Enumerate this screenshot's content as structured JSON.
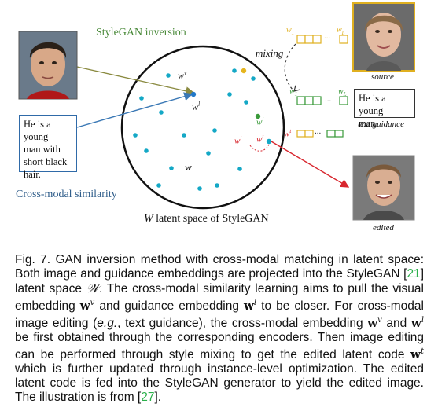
{
  "figure": {
    "title_inversion": "StyleGAN inversion",
    "title_similarity": "Cross-modal similarity",
    "latent_space_label_italic": "W",
    "latent_space_label_rest": " latent space of StyleGAN",
    "mixing_label": "mixing",
    "left_textbox_lines": [
      "He is a young",
      "man with",
      "short black",
      "hair."
    ],
    "right_textbox_lines": [
      "He is a young",
      "man."
    ],
    "source_label": "source",
    "text_guidance_label": "text guidance",
    "edited_label": "edited",
    "symbols": {
      "w_v": "w",
      "w_v_sup": "v",
      "w_l": "w",
      "w_l_sup": "l",
      "w": "w",
      "w_t": "w",
      "w_t_sup": "t",
      "w1": "w",
      "w1_sub": "1",
      "wL": "w",
      "wL_sub": "L",
      "dots": "..."
    },
    "colors": {
      "inversion_arrow": "#8a8a40",
      "similarity_arrow": "#3a78b5",
      "edit_arrow": "#d8262e",
      "point_cyan": "#14a8c6",
      "point_blue": "#2178c8",
      "point_yellow": "#e8b820",
      "point_green": "#3a9a3a",
      "point_red": "#d8262e",
      "left_box_border": "#2f6aa8",
      "right_box_border": "#333333",
      "source_box_border": "#e0b020"
    }
  },
  "caption": {
    "fig_label": "Fig. 7.",
    "part1": " GAN inversion method with cross-modal matching in latent space: Both image and guidance embeddings are projected into the StyleGAN [",
    "ref1": "21",
    "part2": "] latent space ",
    "space_symbol": "𝒲",
    "part3": ". The cross-modal similarity learning aims to pull the visual embedding ",
    "vec_w": "w",
    "sup_v": "v",
    "part4": " and guidance embedding ",
    "sup_l": "l",
    "part5": " to be closer. For cross-modal image editing (",
    "eg": "e.g.",
    "part6": ", text guidance), the cross-modal embedding ",
    "part7": " and ",
    "part8": " be first obtained through the corresponding encoders. Then image editing can be performed through style mixing to get the edited latent code ",
    "sup_t": "t",
    "part9": " which is further updated through instance-level optimization. The edited latent code is fed into the StyleGAN generator to yield the edited image. The illustration is from [",
    "ref2": "27",
    "part10": "]."
  }
}
